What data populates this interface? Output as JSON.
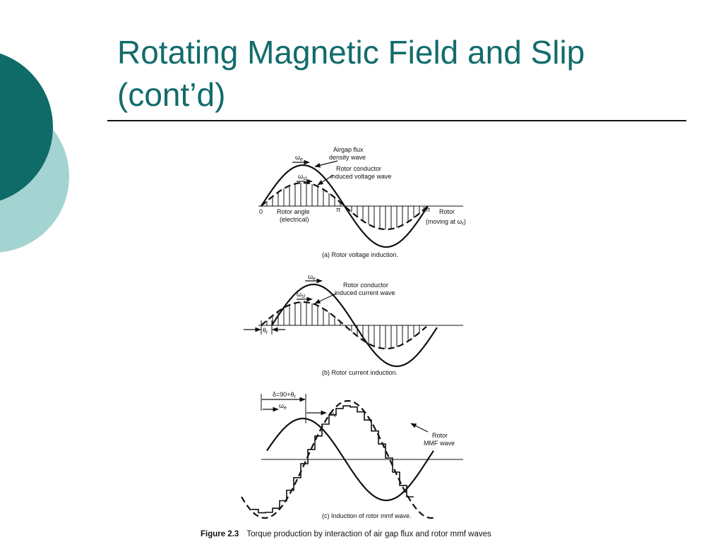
{
  "slide": {
    "title_line1": "Rotating Magnetic Field and Slip",
    "title_line2": "(cont’d)"
  },
  "colors": {
    "accent_dark": "#0f6b68",
    "accent_light": "#a4d4d1",
    "title": "#126c6b"
  },
  "figure": {
    "panel_a": {
      "caption": "(a) Rotor voltage induction.",
      "flux_label_1": "Airgap flux",
      "flux_label_2": "density wave",
      "volt_label_1": "Rotor conductor",
      "volt_label_2": "induced voltage wave",
      "omega_e": "ω",
      "omega_e_sub": "e",
      "omega_sl": "ω",
      "omega_sl_sub": "sl",
      "zero": "0",
      "pi": "π",
      "two_pi": "2π",
      "rotor_angle_1": "Rotor angle",
      "rotor_angle_2": "(electrical)",
      "rotor_1": "Rotor",
      "rotor_2": "(moving at ω",
      "rotor_2_sub": "r",
      "rotor_2_end": ")"
    },
    "panel_b": {
      "caption": "(b) Rotor current induction.",
      "current_label_1": "Rotor conductor",
      "current_label_2": "induced current wave",
      "omega_e": "ω",
      "omega_e_sub": "e",
      "omega_sl": "ω",
      "omega_sl_sub": "sl",
      "theta": "θ",
      "theta_sub": "r"
    },
    "panel_c": {
      "caption": "(c) Induction of rotor mmf wave.",
      "delta": "δ=90+θ",
      "delta_sub": "r",
      "omega_e_1": "ω",
      "omega_e_1_sub": "e",
      "omega_e_2": "ω",
      "omega_e_2_sub": "e",
      "mmf_label_1": "Rotor",
      "mmf_label_2": "MMF wave"
    },
    "caption_bold": "Figure 2.3",
    "caption_text": "Torque production by interaction of air gap flux and rotor mmf waves"
  }
}
